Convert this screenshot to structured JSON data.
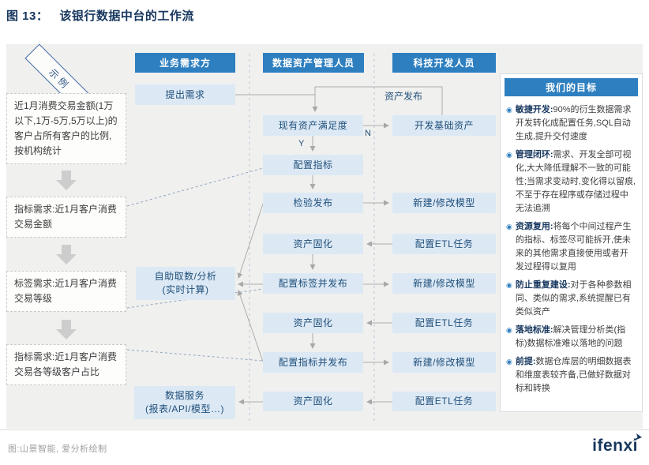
{
  "title": {
    "prefix": "图 13：",
    "text": "该银行数据中台的工作流"
  },
  "columns": {
    "business_header": "业务需求方",
    "asset_header": "数据资产管理人员",
    "tech_header": "科技开发人员"
  },
  "examples": {
    "stamp": "示例",
    "items": [
      "近1月消费交易金额(1万以下,1万-5万,5万以上)的客户占所有客户的比例,按机构统计",
      "指标需求:近1月客户消费交易金额",
      "标签需求:近1月客户消费交易等级",
      "指标需求:近1月客户消费交易各等级客户占比"
    ]
  },
  "nodes": {
    "raise_demand": "提出需求",
    "self_service_line1": "自助取数/分析",
    "self_service_line2": "(实时计算)",
    "data_service_line1": "数据服务",
    "data_service_line2": "(报表/API/模型…)",
    "asset_satisfaction": "现有资产满足度",
    "config_metric": "配置指标",
    "verify_publish": "检验发布",
    "asset_solidify_1": "资产固化",
    "config_tag_publish": "配置标签并发布",
    "asset_solidify_2": "资产固化",
    "config_metric_publish": "配置指标并发布",
    "asset_solidify_3": "资产固化",
    "develop_base_asset": "开发基础资产",
    "model_1": "新建/修改模型",
    "etl_1": "配置ETL任务",
    "model_2": "新建/修改模型",
    "etl_2": "配置ETL任务",
    "model_3": "新建/修改模型",
    "etl_3": "配置ETL任务"
  },
  "edge_labels": {
    "asset_publish": "资产发布",
    "yes": "Y",
    "no": "N"
  },
  "goals": {
    "header": "我们的目标",
    "items": [
      {
        "lead": "敏捷开发:",
        "text": "90%的衍生数据需求开发转化成配置任务,SQL自动生成,提升交付速度"
      },
      {
        "lead": "管理闭环:",
        "text": "需求、开发全部可视化,大大降低理解不一致的可能性;当需求变动时,变化得以留痕,不至于存在程序或存储过程中无法追溯"
      },
      {
        "lead": "资源复用:",
        "text": "将每个中间过程产生的指标、标签尽可能拆开,使未来的其他需求直接使用或者开发过程得以复用"
      },
      {
        "lead": "防止重复建设:",
        "text": "对于各种参数相同、类似的需求,系统提醒已有类似资产"
      },
      {
        "lead": "落地标准:",
        "text": "解决管理分析类(指标)数据标准难以落地的问题"
      },
      {
        "lead": "前提:",
        "text": "数据仓库层的明细数据表和维度表较齐备,已做好数据对标和转换"
      }
    ]
  },
  "footer": {
    "source": "图:山景智能, 爱分析绘制",
    "logo": "ifenxi"
  },
  "colors": {
    "accent_blue": "#2e7fc0",
    "node_fill": "#dce9f5",
    "navy_text": "#1f4e79",
    "canvas_bg": "#f0f0ee"
  }
}
